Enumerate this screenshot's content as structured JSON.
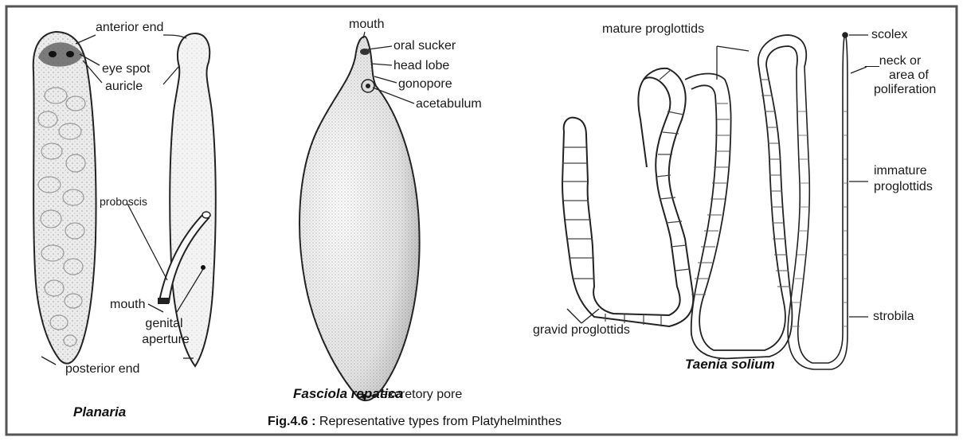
{
  "figure": {
    "caption_label": "Fig.4.6 :",
    "caption_text": " Representative types from Platyhelminthes"
  },
  "planaria": {
    "title": "Planaria",
    "labels": {
      "anterior_end": "anterior end",
      "eye_spot": "eye spot",
      "auricle": "auricle",
      "proboscis": "proboscis",
      "mouth": "mouth",
      "genital_aperture_1": "genital",
      "genital_aperture_2": "aperture",
      "posterior_end": "posterior end"
    }
  },
  "fasciola": {
    "title": "Fasciola repatica",
    "labels": {
      "mouth": "mouth",
      "oral_sucker": "oral sucker",
      "head_lobe": "head lobe",
      "gonopore": "gonopore",
      "acetabulum": "acetabulum",
      "excretory_pore": "excretory pore"
    }
  },
  "taenia": {
    "title": "Taenia solium",
    "labels": {
      "mature_proglottids": "mature proglottids",
      "gravid_proglottids": "gravid proglottids",
      "scolex": "scolex",
      "neck_1": "__neck or",
      "neck_2": "area of",
      "neck_3": "poliferation",
      "immature_1": "immature",
      "immature_2": "proglottids",
      "strobila": "strobila"
    }
  },
  "colors": {
    "ink": "#1a1a1a",
    "frame": "#555555",
    "background": "#ffffff"
  }
}
